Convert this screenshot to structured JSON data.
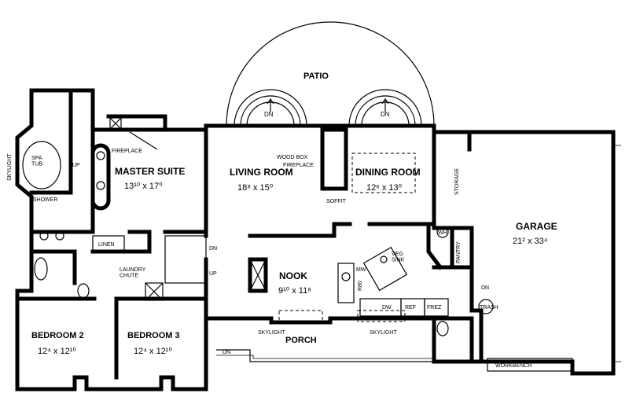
{
  "plan": {
    "labels": {
      "patio": "PATIO",
      "skylight_left": "SKYLIGHT",
      "spa_tub": "SPA\nTUB",
      "up_spa": "UP",
      "shower": "SHOWER",
      "fireplace_master": "FIREPLACE",
      "master_suite": "MASTER SUITE",
      "master_dim": "13¹⁰ x 17⁰",
      "linen": "LINEN",
      "laundry_chute": "LAUNDRY\nCHUTE",
      "dn_stair": "DN",
      "up_stair": "UP",
      "living_room": "LIVING ROOM",
      "living_dim": "18⁸ x 15⁰",
      "wood_box": "WOOD BOX",
      "fireplace_living": "FIREPLACE",
      "dining_room": "DINING ROOM",
      "dining_dim": "12⁶ x 13⁰",
      "soffit": "SOFFIT",
      "dn_patio_left": "DN",
      "dn_patio_right": "DN",
      "storage": "STORAGE",
      "garage": "GARAGE",
      "garage_dim": "21² x 33⁴",
      "pantry": "PANTRY",
      "wh": "WH",
      "dn_garage": "DN",
      "trash": "TRASH",
      "workbench": "WORKBENCH",
      "nook": "NOOK",
      "nook_dim": "9¹⁰ x 11⁸",
      "mw": "MW",
      "r80": "R80",
      "veg_sink": "VEG\nSINK",
      "dw": "DW",
      "ref": "REF",
      "frez": "FREZ",
      "skylight_porch_left": "SKYLIGHT",
      "skylight_porch_right": "SKYLIGHT",
      "porch": "PORCH",
      "dn_porch": "DN",
      "bedroom2": "BEDROOM 2",
      "bedroom2_dim": "12⁴ x 12¹⁰",
      "bedroom3": "BEDROOM 3",
      "bedroom3_dim": "12⁴ x 12¹⁰"
    }
  }
}
